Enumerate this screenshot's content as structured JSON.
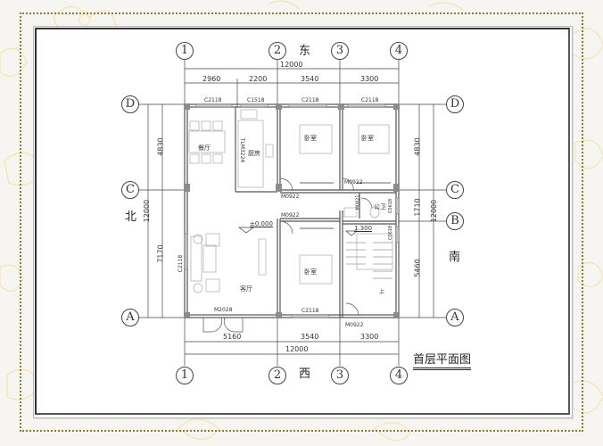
{
  "drawing": {
    "title": "首层平面图",
    "directions": {
      "top": "东",
      "bottom": "西",
      "left": "北",
      "right": "南"
    },
    "grid_axes": {
      "columns": [
        "1",
        "2",
        "3",
        "4"
      ],
      "rows": [
        "D",
        "C",
        "B",
        "A"
      ]
    },
    "dimensions": {
      "top_total": "12000",
      "top_segments": [
        "2960",
        "2200",
        "3540",
        "3300"
      ],
      "bottom_segments": [
        "5160",
        "3540",
        "3300"
      ],
      "bottom_total": "12000",
      "left_total": "12000",
      "left_segments": [
        "4830",
        "7170"
      ],
      "right_total": "12000",
      "right_segments": [
        "4830",
        "1710",
        "5460"
      ]
    },
    "rooms": {
      "dining": "餐厅",
      "kitchen": "厨房",
      "bedroom_1": "卧室",
      "bedroom_2": "卧室",
      "bedroom_3": "卧室",
      "bathroom": "公卫",
      "living": "客厅"
    },
    "windows": {
      "w_top_1": "C2118",
      "w_top_2": "C1518",
      "w_top_3": "C2118",
      "w_top_4": "C2118",
      "w_left": "C2118",
      "w_bottom": "C2118",
      "w_bath_1": "C0618",
      "w_bath_2": "C0618"
    },
    "doors": {
      "d_kitchen": "TLM3224",
      "d_bed1": "M0922",
      "d_bed2": "M0922",
      "d_bed3": "M0922",
      "d_bath": "M0821",
      "d_main": "M2028",
      "d_stair": "M0922"
    },
    "elevations": {
      "living": "±0.000",
      "stair": "1.300"
    },
    "stair_label": "上",
    "colors": {
      "wall": "#555555",
      "column": "#8c8c8c",
      "frame_dots": "#8a7a3a",
      "flower": "#f1e6b0"
    }
  }
}
